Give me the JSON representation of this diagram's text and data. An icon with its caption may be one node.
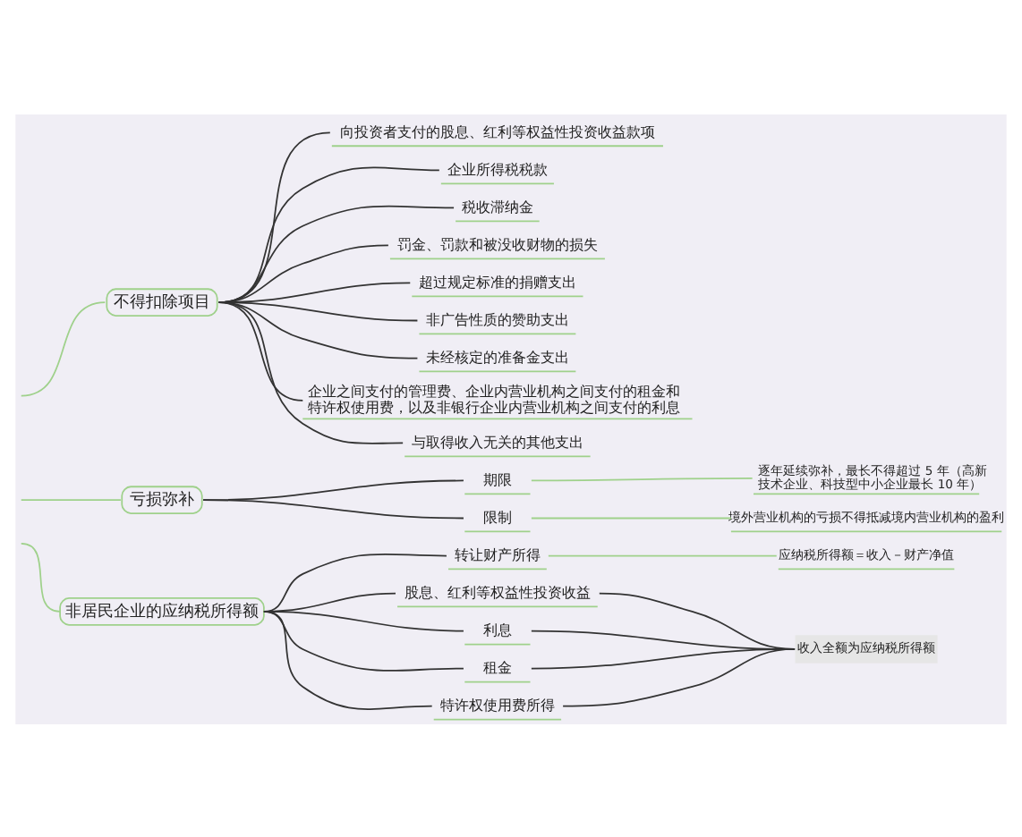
{
  "diagram": {
    "nodes": [
      {
        "text": [
          "不得扣除项目"
        ]
      },
      {
        "text": [
          "向投资者支付的股息、红利等权益性投资收益款项"
        ]
      },
      {
        "text": [
          "企业所得税税款"
        ]
      },
      {
        "text": [
          "税收滞纳金"
        ]
      },
      {
        "text": [
          "罚金、罚款和被没收财物的损失"
        ]
      },
      {
        "text": [
          "超过规定标准的捐赠支出"
        ]
      },
      {
        "text": [
          "非广告性质的赞助支出"
        ]
      },
      {
        "text": [
          "未经核定的准备金支出"
        ]
      },
      {
        "text": [
          "企业之间支付的管理费、企业内营业机构之间支付的租金和特许权使用费，以及非银行企业内营业机构之间支付的利息"
        ]
      },
      {
        "text": [
          "与取得收入无关的其他支出"
        ]
      },
      {
        "text": [
          "亏损弥补"
        ]
      },
      {
        "text": [
          "期限"
        ]
      },
      {
        "text": [
          "逐年延续弥补，最长不得超过 5 年（高新技术企业、科技型中小企业最长 10 年）"
        ]
      },
      {
        "text": [
          "限制"
        ]
      },
      {
        "text": [
          "境外营业机构的亏损不得抵减境内营业机构的盈利"
        ]
      },
      {
        "text": [
          "非居民企业的应纳税所得额"
        ]
      },
      {
        "text": [
          "转让财产所得"
        ]
      },
      {
        "text": [
          "应纳税所得额＝收入－财产净值"
        ]
      },
      {
        "text": [
          "股息、红利等权益性投资收益"
        ]
      },
      {
        "text": [
          "利息"
        ]
      },
      {
        "text": [
          "租金"
        ]
      },
      {
        "text": [
          "特许权使用费所得"
        ]
      },
      {
        "text": [
          "收入全额为应纳税所得额"
        ]
      }
    ],
    "edges": [
      {
        "from": null,
        "to": 0,
        "arrow": "none",
        "color": "#9fd18b"
      },
      {
        "from": 0,
        "to": 1,
        "arrow": "none"
      },
      {
        "from": 0,
        "to": 2,
        "arrow": "none"
      },
      {
        "from": 0,
        "to": 3,
        "arrow": "none"
      },
      {
        "from": 0,
        "to": 4,
        "arrow": "none"
      },
      {
        "from": 0,
        "to": 5,
        "arrow": "none"
      },
      {
        "from": 0,
        "to": 6,
        "arrow": "none"
      },
      {
        "from": 0,
        "to": 7,
        "arrow": "none"
      },
      {
        "from": 0,
        "to": 8,
        "arrow": "none"
      },
      {
        "from": 0,
        "to": 9,
        "arrow": "none"
      },
      {
        "from": null,
        "to": 10,
        "arrow": "none",
        "color": "#9fd18b"
      },
      {
        "from": 10,
        "to": 11,
        "arrow": "none"
      },
      {
        "from": 10,
        "to": 13,
        "arrow": "none"
      },
      {
        "from": 11,
        "to": 12,
        "arrow": "none",
        "color": "#9fd18b"
      },
      {
        "from": 13,
        "to": 14,
        "arrow": "none",
        "color": "#9fd18b"
      },
      {
        "from": null,
        "to": 15,
        "arrow": "none",
        "color": "#9fd18b"
      },
      {
        "from": 15,
        "to": 16,
        "arrow": "none"
      },
      {
        "from": 15,
        "to": 18,
        "arrow": "none"
      },
      {
        "from": 15,
        "to": 19,
        "arrow": "none"
      },
      {
        "from": 15,
        "to": 20,
        "arrow": "none"
      },
      {
        "from": 15,
        "to": 21,
        "arrow": "none"
      },
      {
        "from": 16,
        "to": 17,
        "arrow": "none",
        "color": "#9fd18b"
      },
      {
        "from": 18,
        "to": 22,
        "arrow": "none"
      },
      {
        "from": 19,
        "to": 22,
        "arrow": "none"
      },
      {
        "from": 20,
        "to": 22,
        "arrow": "none"
      },
      {
        "from": 21,
        "to": 22,
        "arrow": "none"
      }
    ]
  }
}
